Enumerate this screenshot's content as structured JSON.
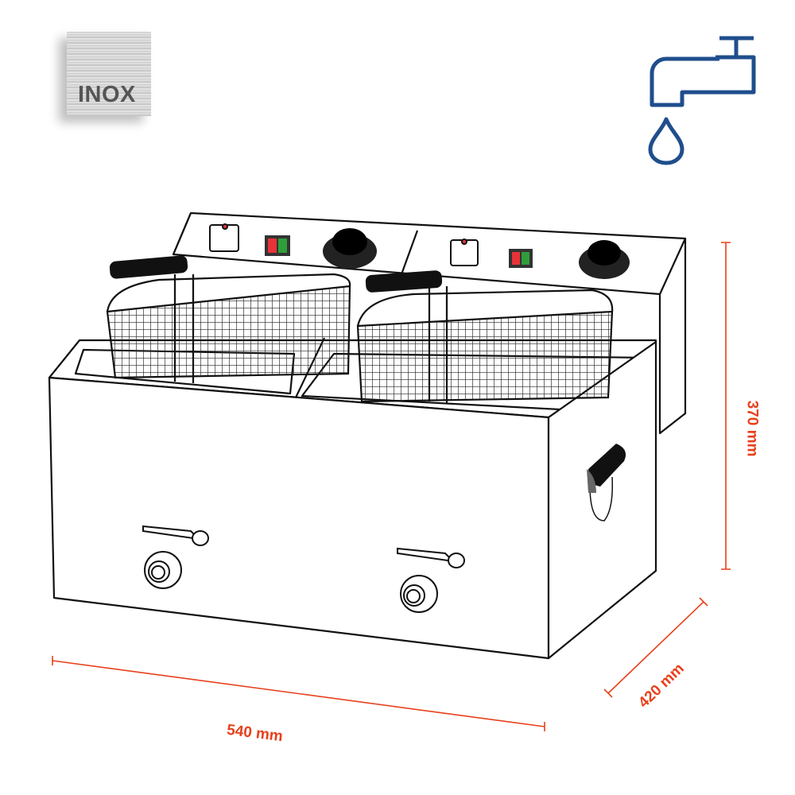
{
  "badge": {
    "label": "INOX"
  },
  "icons": {
    "water": "water-tap-icon"
  },
  "dimensions": {
    "width": "540 mm",
    "depth": "420 mm",
    "height": "370 mm"
  },
  "colors": {
    "dimension": "#e8401c",
    "tap_icon": "#1f4e8c",
    "indicator_red": "#e8323a",
    "indicator_green": "#2f9e3a"
  }
}
